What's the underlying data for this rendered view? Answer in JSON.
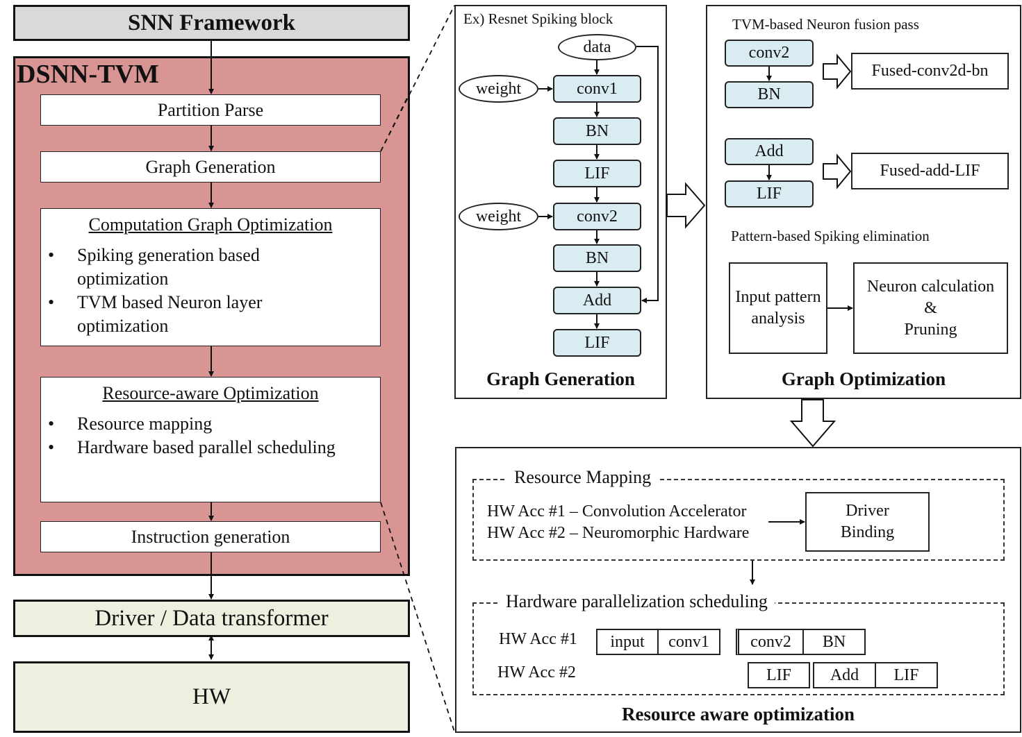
{
  "left": {
    "snn_framework": "SNN Framework",
    "dsnn_title": "DSNN-TVM",
    "partition_parse": "Partition Parse",
    "graph_generation": "Graph Generation",
    "cgo": {
      "title": "Computation Graph Optimization",
      "bullets": [
        [
          "Spiking generation based",
          "optimization"
        ],
        [
          "TVM based Neuron layer",
          "optimization"
        ]
      ]
    },
    "rao": {
      "title": "Resource-aware Optimization",
      "bullets": [
        "Resource mapping",
        "Hardware based parallel scheduling"
      ]
    },
    "instruction_generation": "Instruction generation",
    "driver": "Driver / Data transformer",
    "hw": "HW"
  },
  "graph_gen": {
    "header": "Ex) Resnet Spiking block",
    "data_node": "data",
    "weight1": "weight",
    "weight2": "weight",
    "nodes": [
      "conv1",
      "BN",
      "LIF",
      "conv2",
      "BN",
      "Add",
      "LIF"
    ],
    "caption": "Graph Generation"
  },
  "graph_opt": {
    "fusion_title": "TVM-based Neuron fusion pass",
    "fusion1": {
      "a": "conv2",
      "b": "BN",
      "result": "Fused-conv2d-bn"
    },
    "fusion2": {
      "a": "Add",
      "b": "LIF",
      "result": "Fused-add-LIF"
    },
    "elim_title": "Pattern-based Spiking elimination",
    "input_pattern": [
      "Input pattern",
      "analysis"
    ],
    "neuron_calc": [
      "Neuron calculation",
      "&",
      "Pruning"
    ],
    "caption": "Graph Optimization"
  },
  "resource": {
    "mapping_title": "Resource Mapping",
    "acc1_line": "HW Acc #1 – Convolution Accelerator",
    "acc2_line": "HW Acc #2 – Neuromorphic Hardware",
    "driver_binding": [
      "Driver",
      "Binding"
    ],
    "sched_title": "Hardware parallelization scheduling",
    "acc1_label": "HW Acc #1",
    "acc2_label": "HW Acc #2",
    "acc1_tasks": [
      "input",
      "conv1",
      "conv2",
      "BN"
    ],
    "acc2_tasks": [
      "LIF",
      "Add",
      "LIF"
    ],
    "caption": "Resource aware optimization"
  },
  "colors": {
    "dsnn_bg": "#d99594",
    "snn_bg": "#d9d9d9",
    "driver_bg": "#ebf1de",
    "node_bg": "#d9ecf2"
  }
}
